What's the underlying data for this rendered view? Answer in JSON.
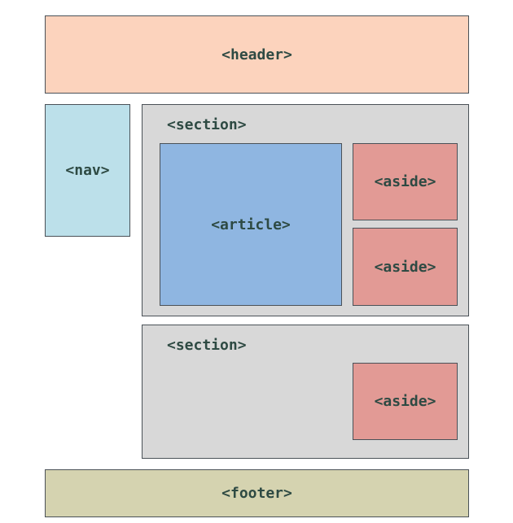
{
  "diagram": {
    "header_label": "<header>",
    "nav_label": "<nav>",
    "section_top_label": "<section>",
    "article_label": "<article>",
    "aside_top_label": "<aside>",
    "aside_middle_label": "<aside>",
    "section_bottom_label": "<section>",
    "aside_bottom_label": "<aside>",
    "footer_label": "<footer>"
  },
  "colors": {
    "header": "#fcd3bd",
    "nav": "#bce0ea",
    "section": "#d8d8d8",
    "article": "#8fb6e1",
    "aside": "#e29a95",
    "footer": "#d5d3b0",
    "text": "#2e4a43",
    "border": "#4a5157"
  }
}
